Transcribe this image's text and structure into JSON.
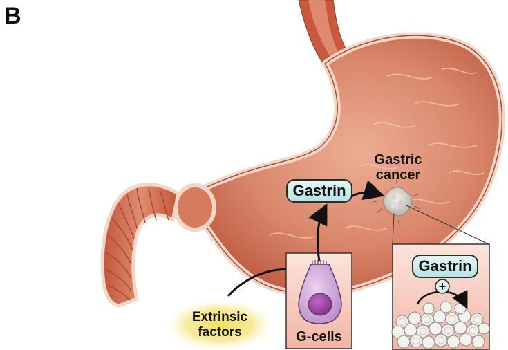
{
  "panel_label": "B",
  "labels": {
    "gastrin_main": "Gastrin",
    "gastric_cancer_line1": "Gastric",
    "gastric_cancer_line2": "cancer",
    "g_cells": "G-cells",
    "extrinsic_line1": "Extrinsic",
    "extrinsic_line2": "factors",
    "gastrin_inset": "Gastrin",
    "plus_sign": "+"
  },
  "colors": {
    "stomach_outer": "#c9583f",
    "stomach_inner": "#e39a80",
    "lining": "#f5d6c8",
    "pill_fill": "#cdeced",
    "g_cell": "#c9a3d6",
    "nucleus": "#a04aa6",
    "extrinsic_glow": "#f2dc62",
    "inset_bg": "#f8d9cf"
  }
}
